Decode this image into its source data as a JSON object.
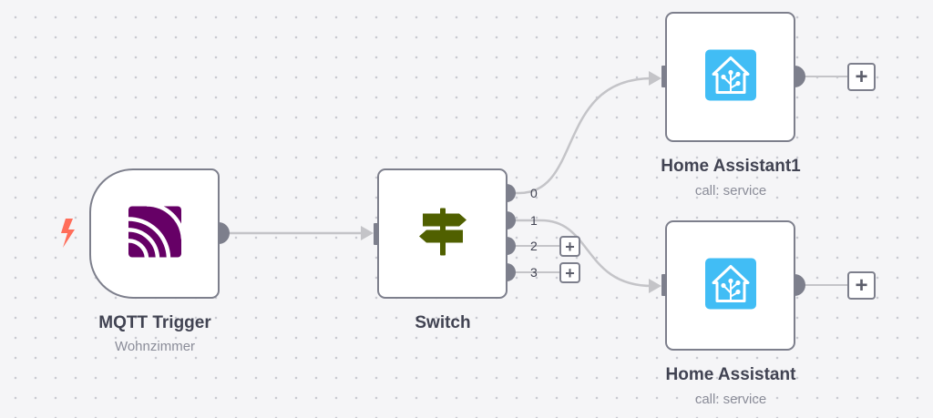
{
  "workflow": {
    "nodes": {
      "mqtt_trigger": {
        "name": "MQTT Trigger",
        "subtitle": "Wohnzimmer",
        "icon": "mqtt-icon",
        "is_trigger": true
      },
      "switch": {
        "name": "Switch",
        "icon": "signpost-icon",
        "outputs": [
          "0",
          "1",
          "2",
          "3"
        ]
      },
      "home_assistant1": {
        "name": "Home Assistant1",
        "subtitle": "call: service",
        "icon": "home-assistant-icon"
      },
      "home_assistant": {
        "name": "Home Assistant",
        "subtitle": "call: service",
        "icon": "home-assistant-icon"
      }
    },
    "add_button_symbol": "+"
  },
  "colors": {
    "canvas_bg": "#f5f5f7",
    "node_border": "#7d7f8c",
    "connection": "#c4c4c8",
    "trigger_bolt": "#ff6d5a",
    "mqtt_purple": "#660066",
    "switch_green": "#506000",
    "home_assistant_blue": "#41bdf5"
  }
}
